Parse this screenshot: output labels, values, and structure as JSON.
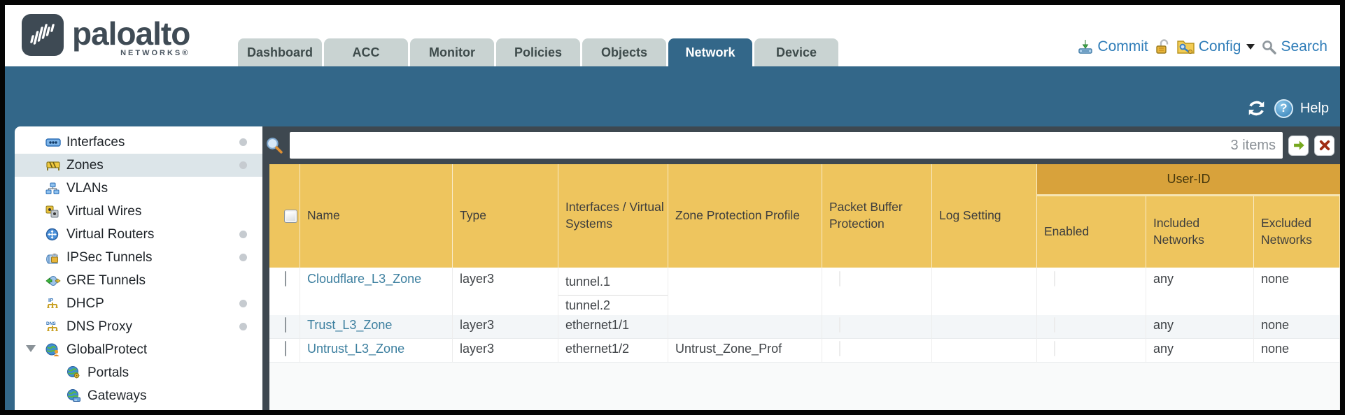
{
  "brand": {
    "wordmark": "paloalto",
    "sub": "NETWORKS®"
  },
  "tabs": [
    {
      "label": "Dashboard",
      "active": false
    },
    {
      "label": "ACC",
      "active": false
    },
    {
      "label": "Monitor",
      "active": false
    },
    {
      "label": "Policies",
      "active": false
    },
    {
      "label": "Objects",
      "active": false
    },
    {
      "label": "Network",
      "active": true
    },
    {
      "label": "Device",
      "active": false
    }
  ],
  "actions": {
    "commit_label": "Commit",
    "config_label": "Config",
    "search_label": "Search",
    "commit_icon": "commit-download-icon",
    "lock_icon": "unlocked-padlock-icon",
    "config_icon": "config-folder-key-icon",
    "search_icon": "magnifier-icon"
  },
  "teal_bar": {
    "refresh_icon": "refresh-icon",
    "help_icon": "question-circle-icon",
    "help_label": "Help"
  },
  "search": {
    "value": "",
    "count": "3 items",
    "magnifier_icon": "search-magnifier-icon",
    "apply_icon": "green-arrow-icon",
    "clear_icon": "red-x-icon"
  },
  "sidebar": {
    "items": [
      {
        "label": "Interfaces",
        "icon": "interfaces-icon",
        "selected": false,
        "dot": true,
        "indent": false
      },
      {
        "label": "Zones",
        "icon": "zones-icon",
        "selected": true,
        "dot": true,
        "indent": false
      },
      {
        "label": "VLANs",
        "icon": "vlans-icon",
        "selected": false,
        "dot": false,
        "indent": false
      },
      {
        "label": "Virtual Wires",
        "icon": "virtual-wires-icon",
        "selected": false,
        "dot": false,
        "indent": false
      },
      {
        "label": "Virtual Routers",
        "icon": "virtual-routers-icon",
        "selected": false,
        "dot": true,
        "indent": false
      },
      {
        "label": "IPSec Tunnels",
        "icon": "ipsec-tunnels-icon",
        "selected": false,
        "dot": true,
        "indent": false
      },
      {
        "label": "GRE Tunnels",
        "icon": "gre-tunnels-icon",
        "selected": false,
        "dot": false,
        "indent": false
      },
      {
        "label": "DHCP",
        "icon": "dhcp-icon",
        "selected": false,
        "dot": true,
        "indent": false
      },
      {
        "label": "DNS Proxy",
        "icon": "dns-proxy-icon",
        "selected": false,
        "dot": true,
        "indent": false
      },
      {
        "label": "GlobalProtect",
        "icon": "globalprotect-icon",
        "selected": false,
        "dot": false,
        "indent": false,
        "expanded": true
      },
      {
        "label": "Portals",
        "icon": "portals-icon",
        "selected": false,
        "dot": false,
        "indent": true
      },
      {
        "label": "Gateways",
        "icon": "gateways-icon",
        "selected": false,
        "dot": false,
        "indent": true
      }
    ]
  },
  "table": {
    "group_header": "User-ID",
    "columns": [
      "",
      "Name",
      "Type",
      "Interfaces / Virtual Systems",
      "Zone Protection Profile",
      "Packet Buffer Protection",
      "Log Setting",
      "Enabled",
      "Included Networks",
      "Excluded Networks"
    ],
    "rows": [
      {
        "name": "Cloudflare_L3_Zone",
        "type": "layer3",
        "interfaces": [
          "tunnel.1",
          "tunnel.2"
        ],
        "zone_protection_profile": "",
        "log_setting": "",
        "included_networks": "any",
        "excluded_networks": "none"
      },
      {
        "name": "Trust_L3_Zone",
        "type": "layer3",
        "interfaces": [
          "ethernet1/1"
        ],
        "zone_protection_profile": "",
        "log_setting": "",
        "included_networks": "any",
        "excluded_networks": "none"
      },
      {
        "name": "Untrust_L3_Zone",
        "type": "layer3",
        "interfaces": [
          "ethernet1/2"
        ],
        "zone_protection_profile": "Untrust_Zone_Prof",
        "log_setting": "",
        "included_networks": "any",
        "excluded_networks": "none"
      }
    ]
  },
  "colors": {
    "teal": "#336789",
    "slate": "#3e4850",
    "header_amber": "#eec55e",
    "user_id_band": "#d8a23b",
    "action_link": "#2e7cb8",
    "row_link": "#3c7f9f"
  }
}
